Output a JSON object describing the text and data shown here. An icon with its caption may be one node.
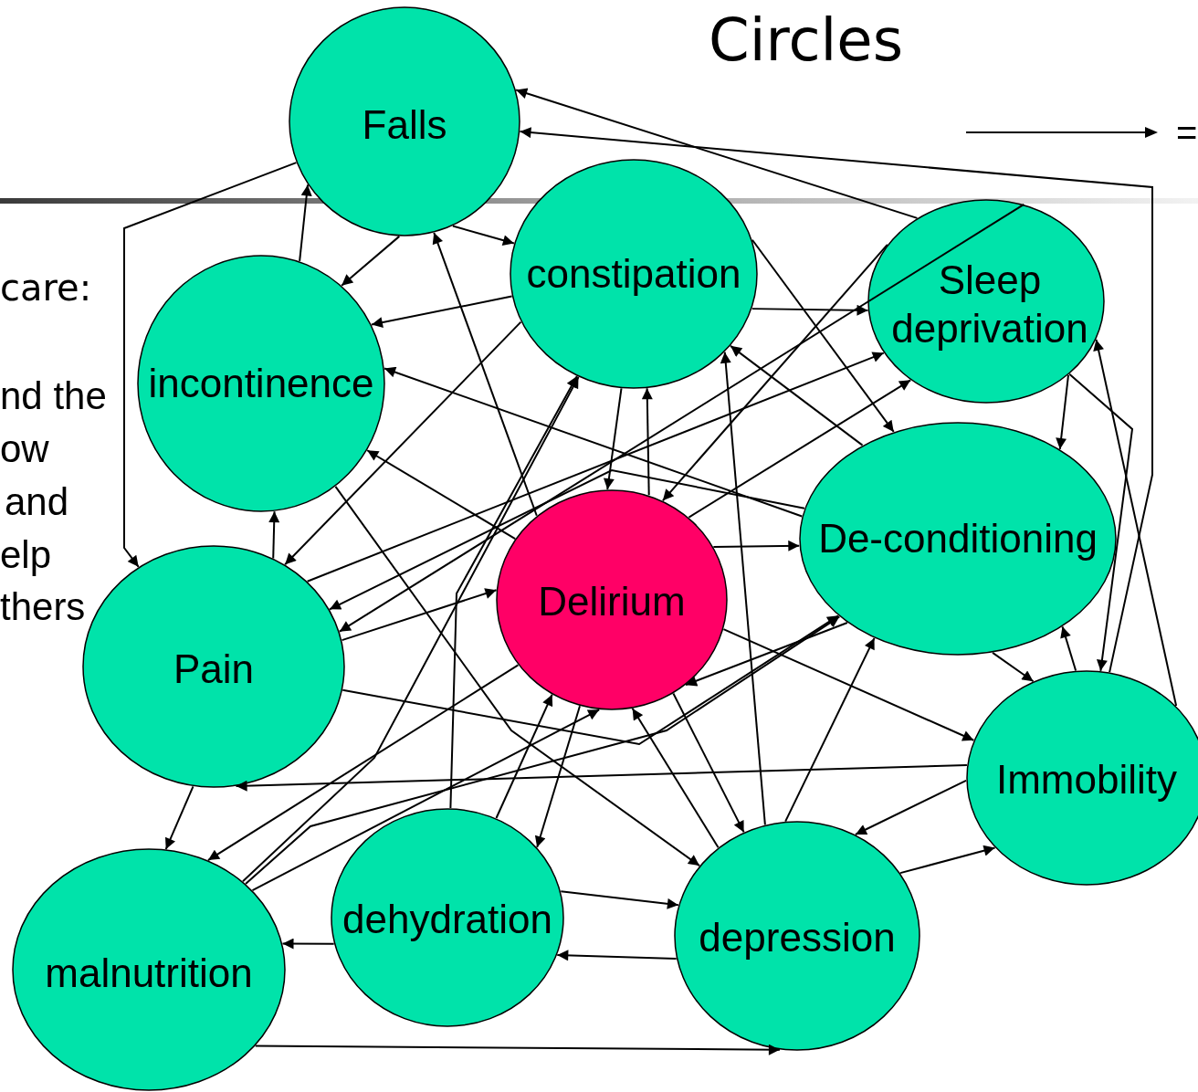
{
  "diagram": {
    "title": "Circles",
    "nodes": [
      {
        "text": [
          "Falls"
        ]
      },
      {
        "text": [
          "constipation"
        ]
      },
      {
        "text": [
          "Sleep deprivation"
        ]
      },
      {
        "text": [
          "incontinence"
        ]
      },
      {
        "text": [
          "De-conditioning"
        ]
      },
      {
        "text": [
          "Delirium"
        ]
      },
      {
        "text": [
          "Pain"
        ]
      },
      {
        "text": [
          "Immobility"
        ]
      },
      {
        "text": [
          "malnutrition"
        ]
      },
      {
        "text": [
          "dehydration"
        ]
      },
      {
        "text": [
          "depression"
        ]
      }
    ],
    "edges": [
      {
        "from": 2,
        "to": 0,
        "arrow": "to"
      },
      {
        "from": 0,
        "to": 6,
        "arrow": "to"
      },
      {
        "from": 3,
        "to": 0,
        "arrow": "to"
      },
      {
        "from": 0,
        "to": 3,
        "arrow": "to"
      },
      {
        "from": 0,
        "to": 1,
        "arrow": "to"
      },
      {
        "from": 5,
        "to": 0,
        "arrow": "to"
      },
      {
        "from": 7,
        "to": 0,
        "arrow": "to"
      },
      {
        "from": 1,
        "to": 3,
        "arrow": "to"
      },
      {
        "from": 1,
        "to": 6,
        "arrow": "to"
      },
      {
        "from": 1,
        "to": 2,
        "arrow": "to"
      },
      {
        "from": 1,
        "to": 4,
        "arrow": "to"
      },
      {
        "from": 1,
        "to": 5,
        "arrow": "to"
      },
      {
        "from": 5,
        "to": 1,
        "arrow": "to"
      },
      {
        "from": 8,
        "to": 1,
        "arrow": "to"
      },
      {
        "from": 9,
        "to": 1,
        "arrow": "to"
      },
      {
        "from": 10,
        "to": 1,
        "arrow": "to"
      },
      {
        "from": 4,
        "to": 1,
        "arrow": "to"
      },
      {
        "from": 2,
        "to": 6,
        "arrow": "to"
      },
      {
        "from": 2,
        "to": 5,
        "arrow": "to"
      },
      {
        "from": 6,
        "to": 2,
        "arrow": "to"
      },
      {
        "from": 5,
        "to": 2,
        "arrow": "to"
      },
      {
        "from": 2,
        "to": 4,
        "arrow": "to"
      },
      {
        "from": 2,
        "to": 7,
        "arrow": "to"
      },
      {
        "from": 7,
        "to": 2,
        "arrow": "to"
      },
      {
        "from": 4,
        "to": 3,
        "arrow": "to"
      },
      {
        "from": 3,
        "to": 10,
        "arrow": "to"
      },
      {
        "from": 5,
        "to": 3,
        "arrow": "to"
      },
      {
        "from": 4,
        "to": 6,
        "arrow": "to"
      },
      {
        "from": 6,
        "to": 3,
        "arrow": "to"
      },
      {
        "from": 5,
        "to": 4,
        "arrow": "to"
      },
      {
        "from": 6,
        "to": 5,
        "arrow": "to"
      },
      {
        "from": 6,
        "to": 4,
        "arrow": "to"
      },
      {
        "from": 4,
        "to": 5,
        "arrow": "to"
      },
      {
        "from": 5,
        "to": 7,
        "arrow": "to"
      },
      {
        "from": 7,
        "to": 6,
        "arrow": "to"
      },
      {
        "from": 6,
        "to": 8,
        "arrow": "to"
      },
      {
        "from": 5,
        "to": 8,
        "arrow": "to"
      },
      {
        "from": 8,
        "to": 4,
        "arrow": "to"
      },
      {
        "from": 8,
        "to": 5,
        "arrow": "to"
      },
      {
        "from": 9,
        "to": 5,
        "arrow": "to"
      },
      {
        "from": 5,
        "to": 9,
        "arrow": "to"
      },
      {
        "from": 9,
        "to": 8,
        "arrow": "to"
      },
      {
        "from": 9,
        "to": 10,
        "arrow": "to"
      },
      {
        "from": 10,
        "to": 9,
        "arrow": "to"
      },
      {
        "from": 8,
        "to": 10,
        "arrow": "to"
      },
      {
        "from": 10,
        "to": 5,
        "arrow": "to"
      },
      {
        "from": 5,
        "to": 10,
        "arrow": "to"
      },
      {
        "from": 10,
        "to": 4,
        "arrow": "to"
      },
      {
        "from": 7,
        "to": 10,
        "arrow": "to"
      },
      {
        "from": 10,
        "to": 7,
        "arrow": "to"
      },
      {
        "from": 4,
        "to": 7,
        "arrow": "to"
      },
      {
        "from": 7,
        "to": 4,
        "arrow": "to"
      }
    ],
    "labels": [
      "=",
      "care:",
      "nd the",
      "ow",
      "and",
      "elp",
      "thers"
    ]
  }
}
